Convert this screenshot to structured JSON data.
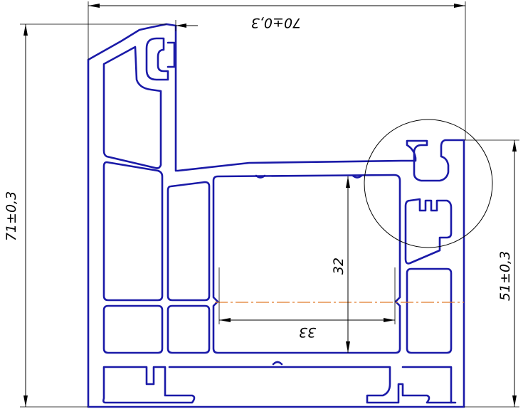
{
  "dimensions": {
    "overall_width": "70±0,3",
    "overall_height": "71±0,3",
    "frame_height": "51±0,3",
    "glazing_height": "32",
    "glazing_width": "33"
  },
  "colors": {
    "profile": "#1a1aa8",
    "dimension_lines": "#000000",
    "center_line": "#e07a2a"
  }
}
